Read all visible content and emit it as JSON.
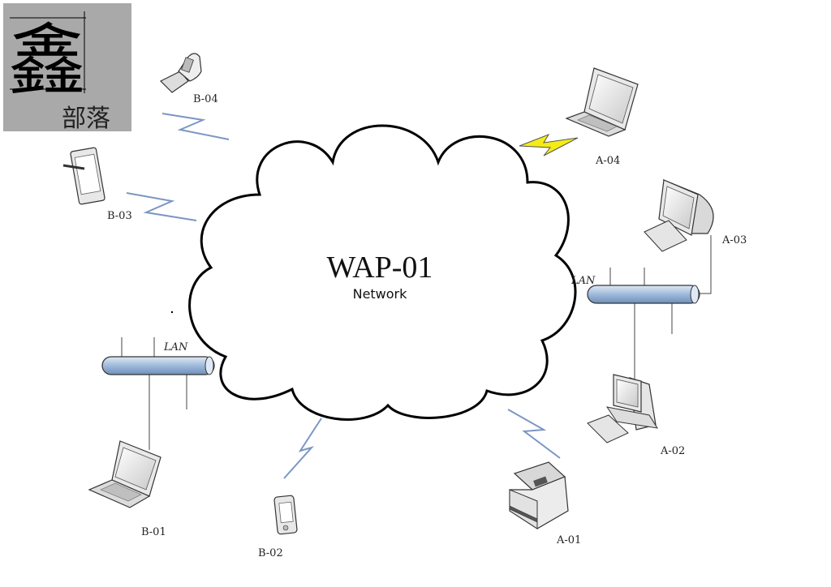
{
  "logo": {
    "big": "鑫",
    "small": "部落"
  },
  "cloud": {
    "title": "WAP-01",
    "subtitle": "Network"
  },
  "lan_labels": {
    "left": "LAN",
    "right": "LAN"
  },
  "devices": {
    "b04": "B-04",
    "b03": "B-03",
    "b01": "B-01",
    "b02": "B-02",
    "a04": "A-04",
    "a03": "A-03",
    "a02": "A-02",
    "a01": "A-01"
  },
  "colors": {
    "logo_bg": "#a9a9a9",
    "lan_pipe": "#a9c4e0",
    "bolt_blue": "#7b96c4",
    "bolt_yellow": "#f5ec16"
  }
}
